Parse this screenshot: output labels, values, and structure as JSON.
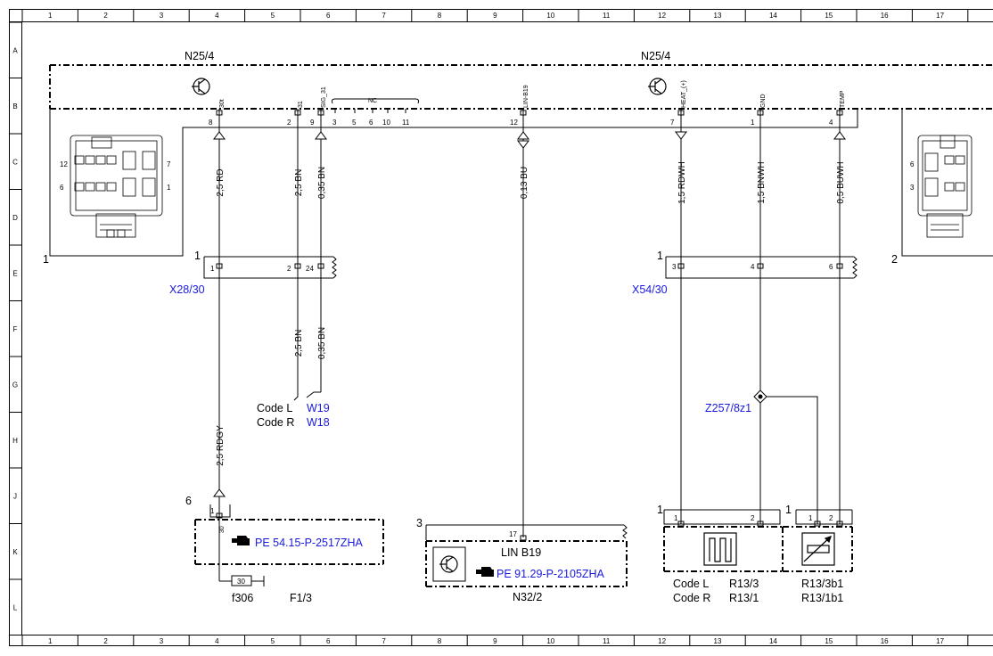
{
  "grid": {
    "columns": [
      "1",
      "2",
      "3",
      "4",
      "5",
      "6",
      "7",
      "8",
      "9",
      "10",
      "11",
      "12",
      "13",
      "14",
      "15",
      "16",
      "17"
    ],
    "rows": [
      "A",
      "B",
      "C",
      "D",
      "E",
      "F",
      "G",
      "H",
      "J",
      "K",
      "L"
    ]
  },
  "components": {
    "n25_left": "N25/4",
    "n25_right": "N25/4",
    "x28": "X28/30",
    "x54": "X54/30",
    "z257": "Z257/8z1",
    "n32": "N32/2",
    "lin_b19": "LIN B19",
    "f1": "F1/3",
    "f306": "f306",
    "r13_3": "R13/3",
    "r13_1": "R13/1",
    "r13_3b1": "R13/3b1",
    "r13_1b1": "R13/1b1",
    "w19": "W19",
    "w18": "W18"
  },
  "code_labels": {
    "code_l": "Code L",
    "code_r": "Code R"
  },
  "references": {
    "pe_54": "PE 54.15-P-2517ZHA",
    "pe_91": "PE 91.29-P-2105ZHA"
  },
  "pin_names": {
    "p30t": "30t",
    "p31": "31",
    "sig31": "SIG_31",
    "nc": "NC",
    "linb19": "LIN-B19",
    "heat": "HEAT_(+)",
    "gnd": "GND",
    "temp": "TEMP",
    "p30": "30",
    "fuse": "30"
  },
  "pin_numbers": {
    "n8": "8",
    "n2": "2",
    "n9": "9",
    "n3": "3",
    "n5": "5",
    "n6": "6",
    "n10": "10",
    "n11": "11",
    "n12": "12",
    "n7": "7",
    "n1": "1",
    "n4": "4",
    "x28_1": "1",
    "x28_2": "2",
    "x28_24": "24",
    "x54_3": "3",
    "x54_4": "4",
    "x54_6": "6",
    "f_1": "1",
    "n32_17": "17",
    "r_1a": "1",
    "r_2a": "2",
    "r_1b": "1",
    "r_2b": "2",
    "conn_l_12": "12",
    "conn_l_7": "7",
    "conn_l_6": "6",
    "conn_l_1": "1",
    "conn_r_6": "6",
    "conn_r_3": "3",
    "box1": "1",
    "box2": "2",
    "x28_corner": "1",
    "x54_corner": "1",
    "f_corner": "6",
    "n32_corner": "3",
    "r_corner_a": "1",
    "r_corner_b": "1"
  },
  "wires": {
    "w_rd": "2,5 RD",
    "w_bn1": "2,5 BN",
    "w_bn2": "0,35 BN",
    "w_bu": "0,13 BU",
    "w_rdwh": "1,5 RDWH",
    "w_bnwh": "1,5 BNWH",
    "w_buwh": "0,5 BUWH",
    "w_bn3": "2,5 BN",
    "w_bn4": "0,35 BN",
    "w_rdgy": "2,5 RDGY"
  },
  "colors": {
    "line": "#000000",
    "reference_blue": "#1a1adf",
    "background": "#ffffff"
  },
  "icons": [
    "transistor-icon",
    "heater-element-icon",
    "temperature-sensor-icon",
    "reference-hand-icon"
  ]
}
